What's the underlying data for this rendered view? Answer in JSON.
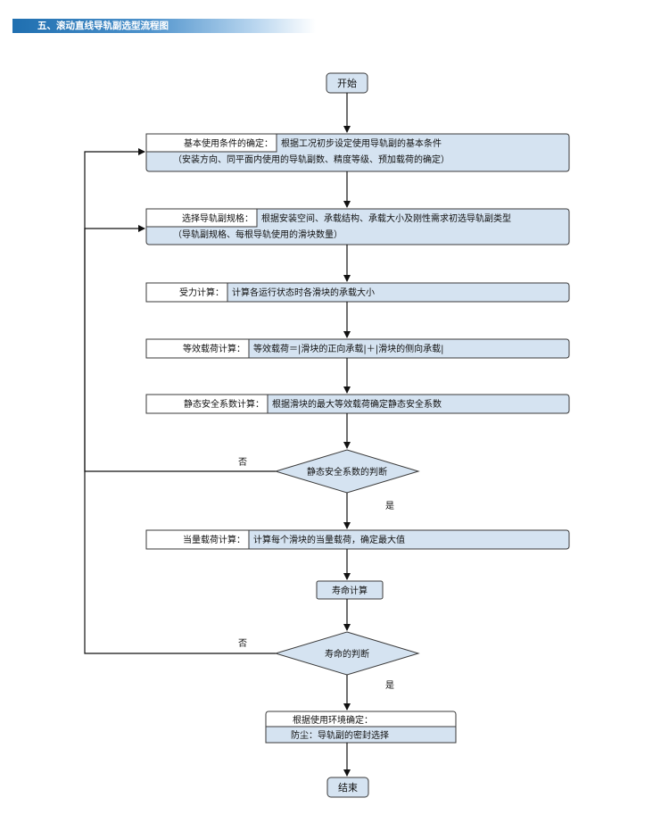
{
  "header": {
    "title": "五、滚动直线导轨副选型流程图"
  },
  "flow": {
    "start": "开始",
    "step1": {
      "label": "基本使用条件的确定：",
      "desc": "根据工况初步设定使用导轨副的基本条件",
      "detail": "（安装方向、同平面内使用的导轨副数、精度等级、预加载荷的确定）"
    },
    "step2": {
      "label": "选择导轨副规格：",
      "desc": "根据安装空间、承载结构、承载大小及刚性需求初选导轨副类型",
      "detail": "（导轨副规格、每根导轨使用的滑块数量）"
    },
    "step3": {
      "label": "受力计算：",
      "desc": "计算各运行状态时各滑块的承载大小"
    },
    "step4": {
      "label": "等效载荷计算：",
      "desc": "等效载荷＝|滑块的正向承载|＋|滑块的侧向承载|"
    },
    "step5": {
      "label": "静态安全系数计算：",
      "desc": "根据滑块的最大等效载荷确定静态安全系数"
    },
    "decision1": {
      "label": "静态安全系数的判断",
      "no": "否",
      "yes": "是"
    },
    "step6": {
      "label": "当量载荷计算：",
      "desc": "计算每个滑块的当量载荷，确定最大值"
    },
    "life": "寿命计算",
    "decision2": {
      "label": "寿命的判断",
      "no": "否",
      "yes": "是"
    },
    "env": {
      "line1": "根据使用环境确定：",
      "line2": "防尘：导轨副的密封选择"
    },
    "end": "结束"
  },
  "colors": {
    "box_fill": "#d5e3f1",
    "stroke": "#3a3a3a",
    "header": "#1f6fb0"
  }
}
